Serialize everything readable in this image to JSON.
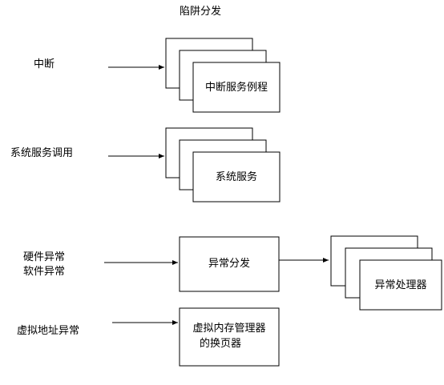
{
  "title": "陷阱分发",
  "sources": {
    "interrupt": "中断",
    "syscall": "系统服务调用",
    "hw_exception": "硬件异常",
    "sw_exception": "软件异常",
    "vm_exception": "虚拟地址异常"
  },
  "targets": {
    "isr": "中断服务例程",
    "system_services": "系统服务",
    "exception_dispatch": "异常分发",
    "exception_handlers": "异常处理器",
    "vmm_line1": "虚拟内存管理器",
    "vmm_line2": "的换页器"
  }
}
